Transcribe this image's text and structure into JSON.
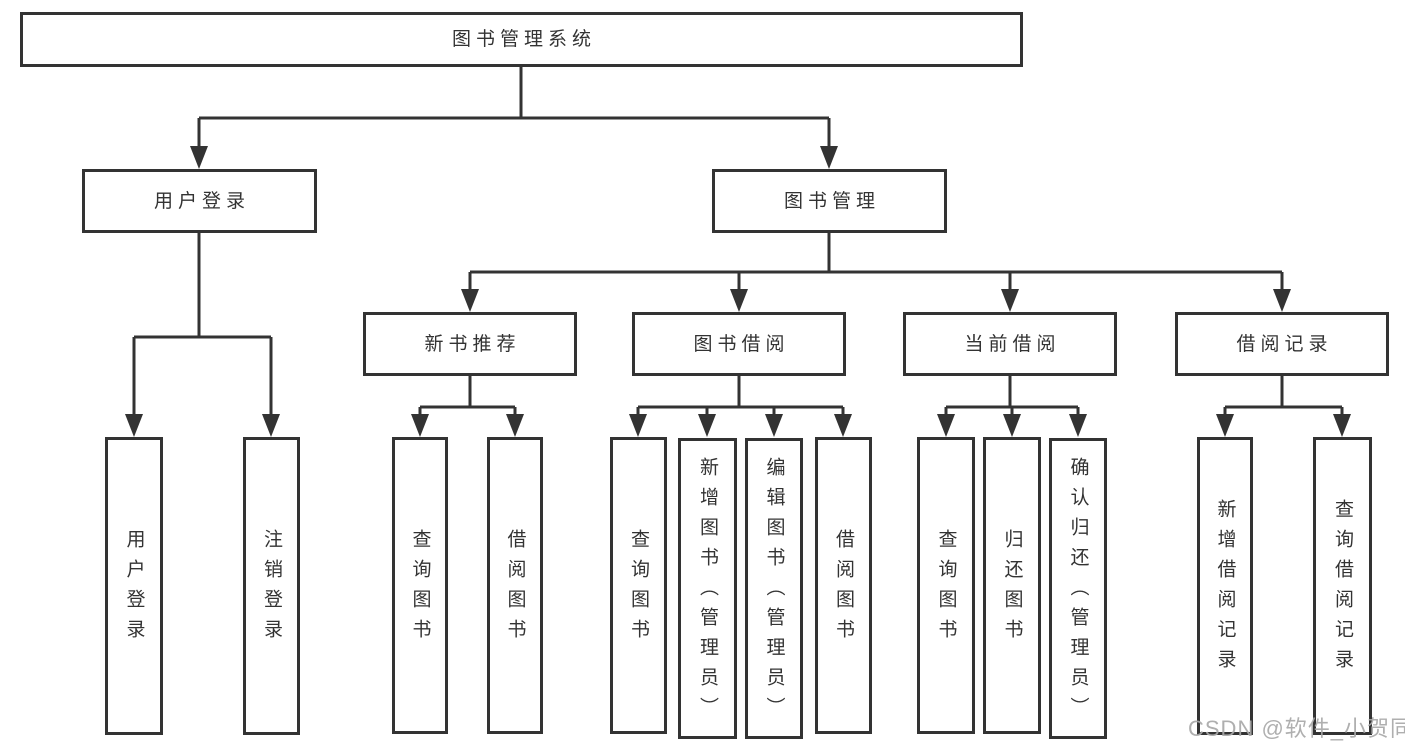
{
  "diagram": {
    "root": {
      "label": "图书管理系统"
    },
    "branches": [
      {
        "label": "用户登录",
        "leaves": [
          {
            "label": "用户登录"
          },
          {
            "label": "注销登录"
          }
        ]
      },
      {
        "label": "图书管理",
        "groups": [
          {
            "label": "新书推荐",
            "leaves": [
              {
                "label": "查询图书"
              },
              {
                "label": "借阅图书"
              }
            ]
          },
          {
            "label": "图书借阅",
            "leaves": [
              {
                "label": "查询图书"
              },
              {
                "label": "新增图书（管理员）"
              },
              {
                "label": "编辑图书（管理员）"
              },
              {
                "label": "借阅图书"
              }
            ]
          },
          {
            "label": "当前借阅",
            "leaves": [
              {
                "label": "查询图书"
              },
              {
                "label": "归还图书"
              },
              {
                "label": "确认归还（管理员）"
              }
            ]
          },
          {
            "label": "借阅记录",
            "leaves": [
              {
                "label": "新增借阅记录"
              },
              {
                "label": "查询借阅记录"
              }
            ]
          }
        ]
      }
    ]
  },
  "watermark": {
    "text": "CSDN @软件_小贺同学",
    "color": "#a8a8a8"
  },
  "colors": {
    "line": "#333333",
    "box_border": "#333333",
    "box_fill": "#ffffff",
    "text": "#333333",
    "background": "#ffffff"
  }
}
